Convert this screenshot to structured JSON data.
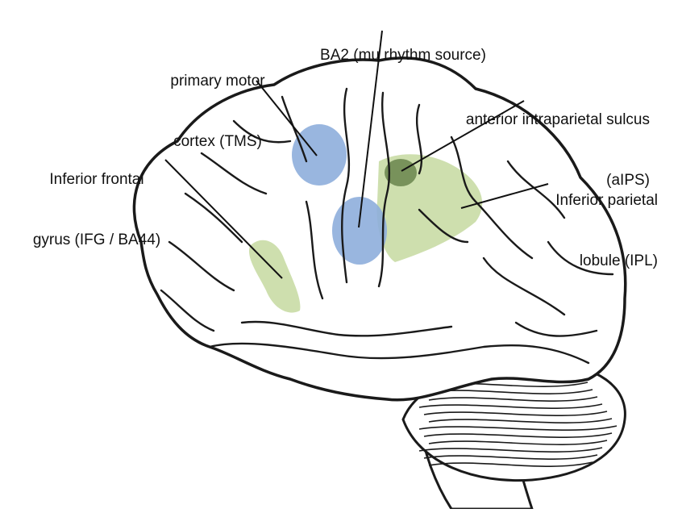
{
  "labels": {
    "ba2": "BA2 (mu rhythm source)",
    "motor_line1": "primary motor",
    "motor_line2": "cortex (TMS)",
    "aips_line1": "anterior intraparietal sulcus",
    "aips_line2": "(aIPS)",
    "ifg_line1": "Inferior frontal",
    "ifg_line2": "gyrus (IFG / BA44)",
    "ipl_line1": "Inferior parietal",
    "ipl_line2": "lobule (IPL)"
  },
  "colors": {
    "outline": "#1a1a1a",
    "motor_blob": "#8eaedb",
    "ba2_blob": "#8eaedb",
    "ipl_region": "#c6d9a0",
    "aips_spot": "#6f8a52",
    "ifg_region": "#c6d9a0",
    "cerebellum_fill": "#ffffff",
    "leader_line": "#111111"
  }
}
